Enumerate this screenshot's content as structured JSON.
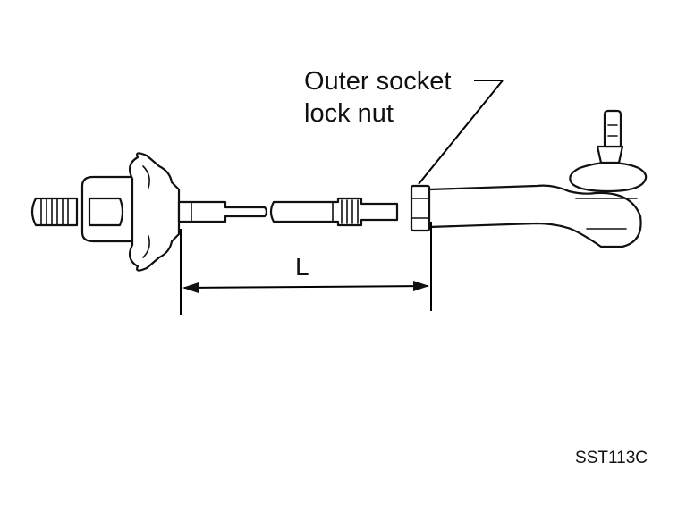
{
  "labels": {
    "callout_line1": "Outer socket",
    "callout_line2": "lock nut",
    "dimension": "L",
    "figure_code": "SST113C"
  },
  "colors": {
    "ink": "#111111",
    "background": "#ffffff"
  }
}
